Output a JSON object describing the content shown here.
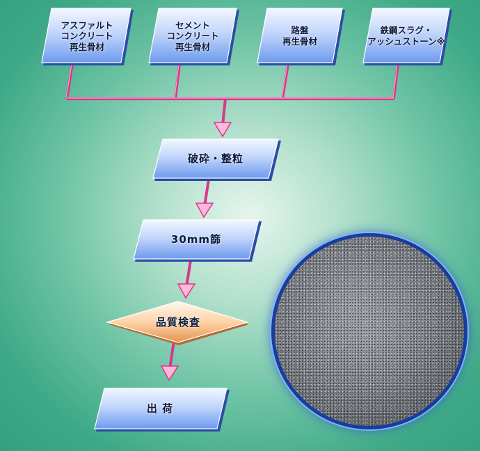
{
  "sources": [
    {
      "lines": [
        "アスファルト",
        "コンクリート",
        "再生骨材"
      ]
    },
    {
      "lines": [
        "セメント",
        "コンクリート",
        "再生骨材"
      ]
    },
    {
      "lines": [
        "路盤",
        "再生骨材"
      ]
    },
    {
      "lines": [
        "鉄鋼スラグ・",
        "アッシュストーン※"
      ]
    }
  ],
  "steps": {
    "crushing": "破砕・整粒",
    "sieve": "30mm篩",
    "inspection": "品質検査",
    "shipping": "出 荷"
  },
  "colors": {
    "box_face_top": "#eef4ff",
    "box_face_bottom": "#6f9cf0",
    "box_edge_dark": "#2c4fa8",
    "connector": "#e04a96",
    "diamond_top": "#fff4e8",
    "diamond_bottom": "#e8a060"
  },
  "photo": {
    "icon": "gravel-aggregate-photo"
  }
}
